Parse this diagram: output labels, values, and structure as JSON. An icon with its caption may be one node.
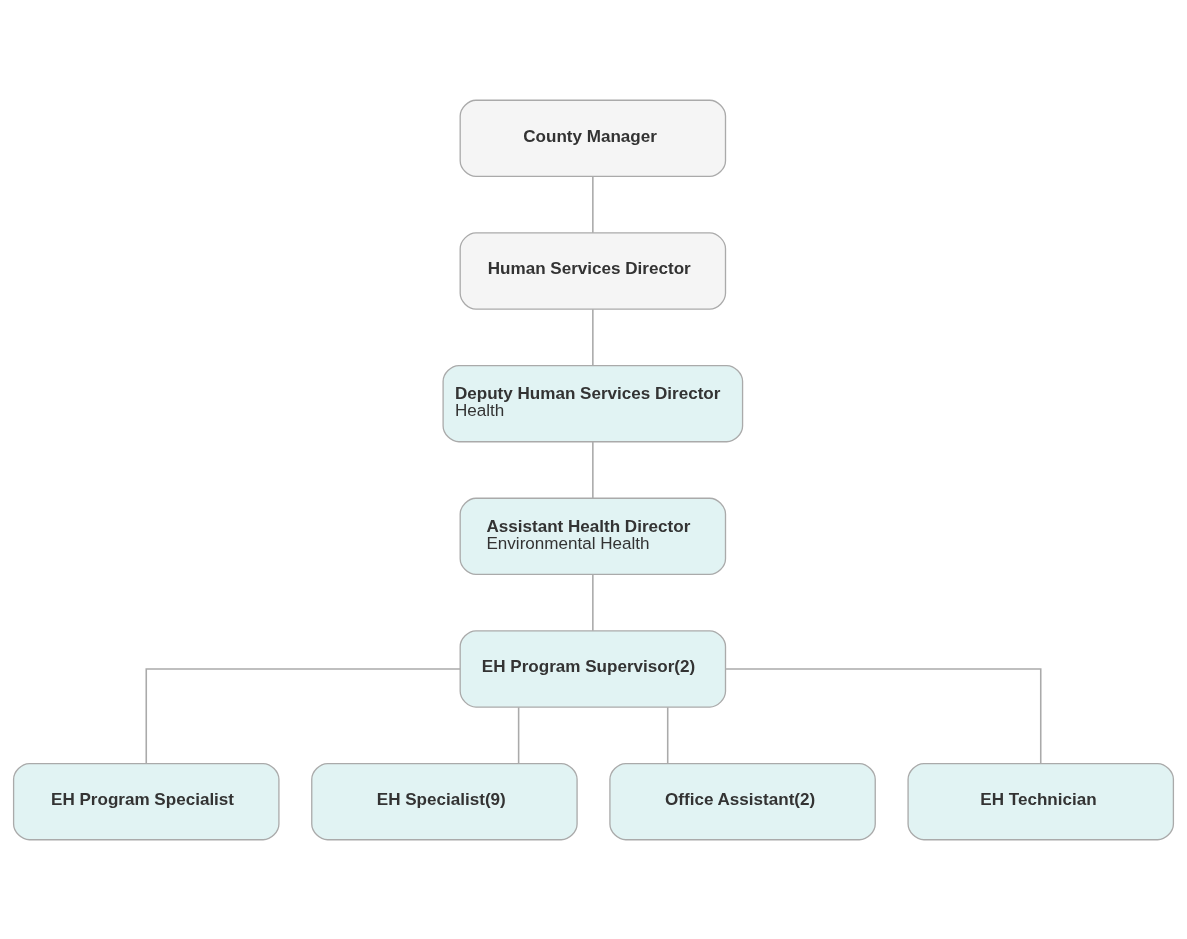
{
  "diagram": {
    "nodes": [
      {
        "text": [
          "County Manager"
        ]
      },
      {
        "text": [
          "Human Services Director"
        ]
      },
      {
        "text": [
          "Deputy Human Services Director",
          "Health"
        ]
      },
      {
        "text": [
          "Assistant Health Director",
          "Environmental Health"
        ]
      },
      {
        "text": [
          "EH Program Supervisor(2)"
        ]
      },
      {
        "text": [
          "EH Program Specialist"
        ]
      },
      {
        "text": [
          "EH Specialist(9)"
        ]
      },
      {
        "text": [
          "Office Assistant(2)"
        ]
      },
      {
        "text": [
          "EH Technician"
        ]
      }
    ],
    "edges": [
      {
        "from": 0,
        "to": 1,
        "arrow": "none"
      },
      {
        "from": 1,
        "to": 2,
        "arrow": "none"
      },
      {
        "from": 2,
        "to": 3,
        "arrow": "none"
      },
      {
        "from": 3,
        "to": 4,
        "arrow": "none"
      },
      {
        "from": 4,
        "to": 5,
        "arrow": "none"
      },
      {
        "from": 4,
        "to": 6,
        "arrow": "none"
      },
      {
        "from": 4,
        "to": 7,
        "arrow": "none"
      },
      {
        "from": 4,
        "to": 8,
        "arrow": "none"
      }
    ]
  }
}
